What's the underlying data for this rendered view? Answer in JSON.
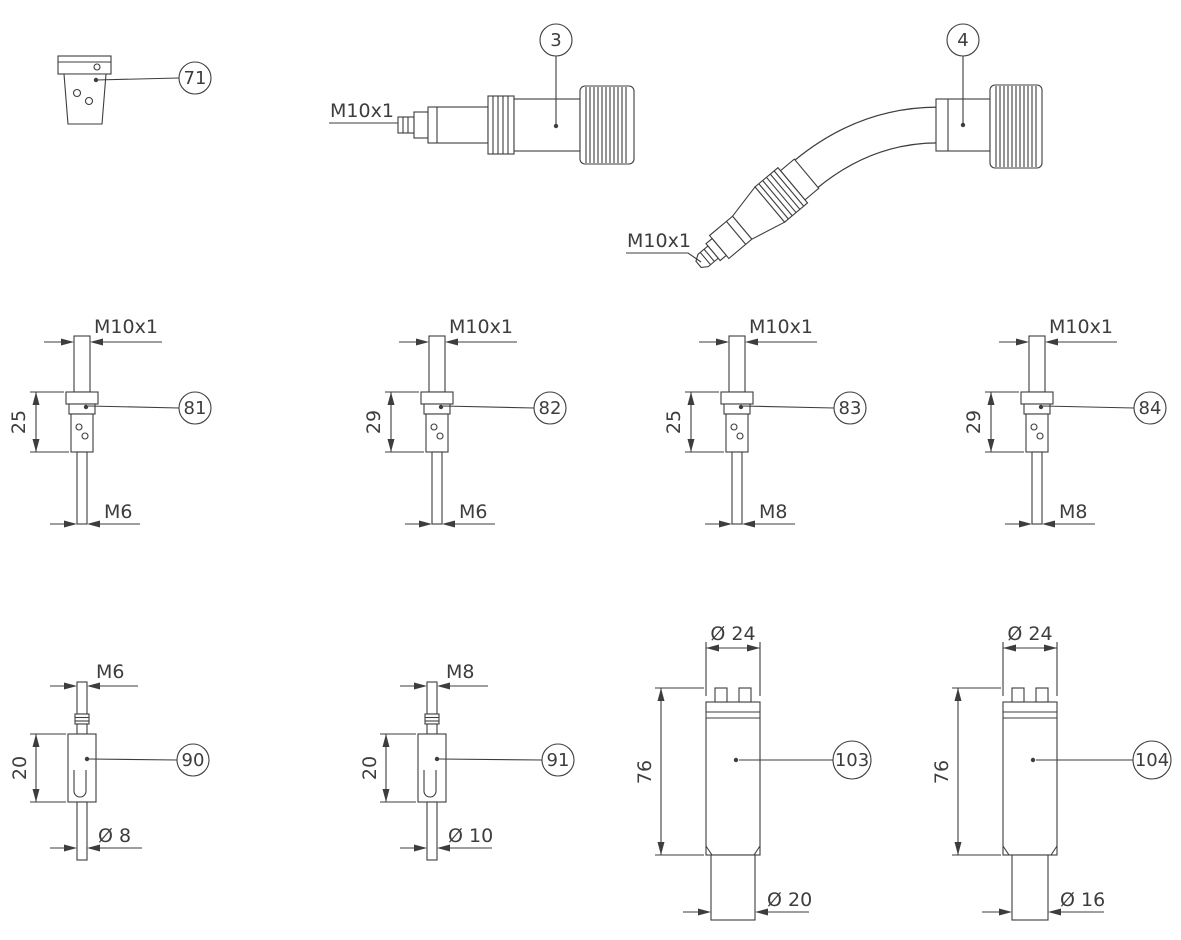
{
  "drawing": {
    "background_color": "#ffffff",
    "line_color": "#3d3d3d",
    "parts": {
      "p71": {
        "balloon": "71"
      },
      "p3": {
        "balloon": "3",
        "thread_label": "M10x1"
      },
      "p4": {
        "balloon": "4",
        "thread_label": "M10x1"
      },
      "p81": {
        "balloon": "81",
        "top_thread": "M10x1",
        "length": "25",
        "bottom_thread": "M6"
      },
      "p82": {
        "balloon": "82",
        "top_thread": "M10x1",
        "length": "29",
        "bottom_thread": "M6"
      },
      "p83": {
        "balloon": "83",
        "top_thread": "M10x1",
        "length": "25",
        "bottom_thread": "M8"
      },
      "p84": {
        "balloon": "84",
        "top_thread": "M10x1",
        "length": "29",
        "bottom_thread": "M8"
      },
      "p90": {
        "balloon": "90",
        "top_thread": "M6",
        "length": "20",
        "bottom_dia": "Ø 8"
      },
      "p91": {
        "balloon": "91",
        "top_thread": "M8",
        "length": "20",
        "bottom_dia": "Ø 10"
      },
      "p103": {
        "balloon": "103",
        "top_dia": "Ø 24",
        "length": "76",
        "bottom_dia": "Ø 20"
      },
      "p104": {
        "balloon": "104",
        "top_dia": "Ø 24",
        "length": "76",
        "bottom_dia": "Ø 16"
      }
    }
  }
}
